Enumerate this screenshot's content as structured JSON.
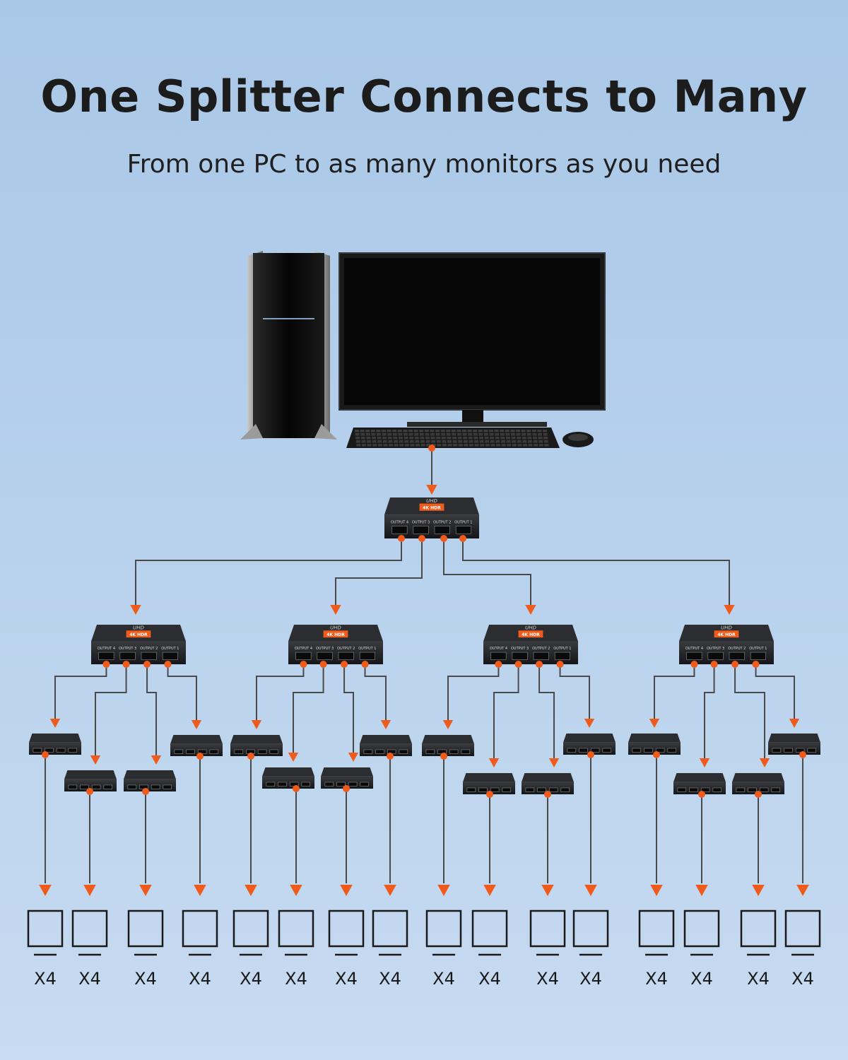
{
  "header": {
    "title": "One Splitter Connects to Many",
    "subtitle": "From one PC to as many monitors as you need"
  },
  "colors": {
    "connector": "#f05a1a",
    "line": "#4a4a4a",
    "device": "#1e1f22"
  },
  "devices": {
    "port_labels": [
      "OUTPUT 4",
      "OUTPUT 3",
      "OUTPUT 2",
      "OUTPUT 1"
    ],
    "badge": "4K HDR",
    "model": "UHD"
  },
  "monitors": {
    "labels": [
      "X4",
      "X4",
      "X4",
      "X4",
      "X4",
      "X4",
      "X4",
      "X4",
      "X4",
      "X4",
      "X4",
      "X4",
      "X4",
      "X4",
      "X4",
      "X4"
    ]
  }
}
